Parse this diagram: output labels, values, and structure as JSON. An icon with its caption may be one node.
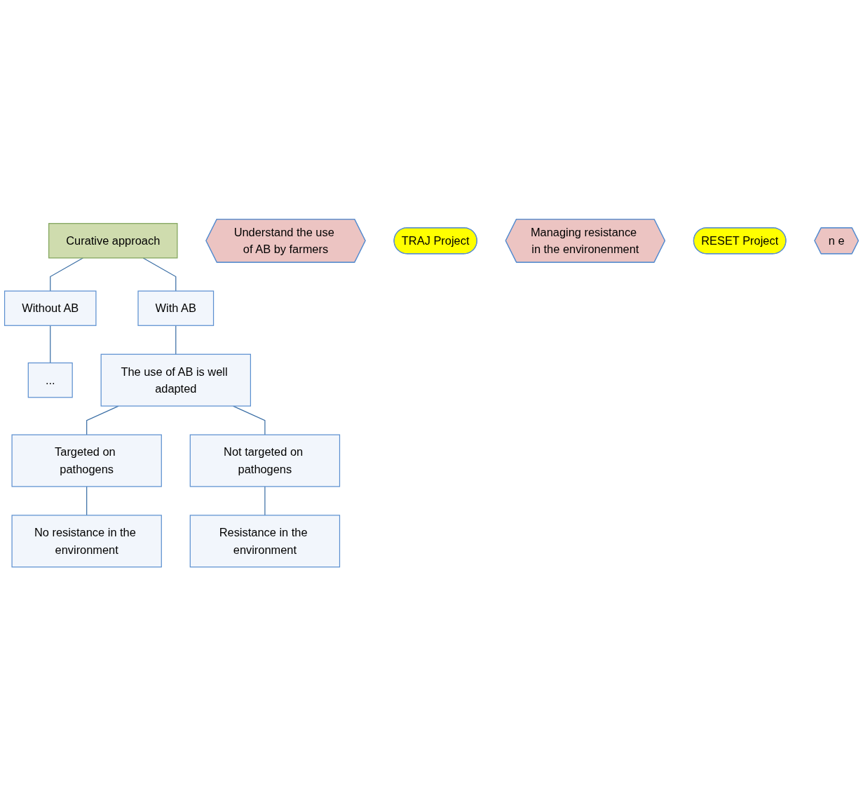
{
  "diagram": {
    "nodes": [
      {
        "text": [
          "Curative approach"
        ]
      },
      {
        "text": [
          "Without AB"
        ]
      },
      {
        "text": [
          "With AB"
        ]
      },
      {
        "text": [
          "..."
        ]
      },
      {
        "text": [
          "The use of AB is well adapted"
        ]
      },
      {
        "text": [
          "Targeted on pathogens"
        ]
      },
      {
        "text": [
          "Not targeted on pathogens"
        ]
      },
      {
        "text": [
          "No resistance in the environment"
        ]
      },
      {
        "text": [
          "Resistance in the environment"
        ]
      },
      {
        "text": [
          "Understand the use of AB by farmers"
        ]
      },
      {
        "text": [
          "TRAJ Project"
        ]
      },
      {
        "text": [
          "Managing resistance in the environenment"
        ]
      },
      {
        "text": [
          "RESET Project"
        ]
      },
      {
        "text": [
          "n e"
        ]
      }
    ],
    "edges": [
      {
        "from": 0,
        "to": 1,
        "arrow": "none"
      },
      {
        "from": 0,
        "to": 2,
        "arrow": "none"
      },
      {
        "from": 1,
        "to": 3,
        "arrow": "none"
      },
      {
        "from": 2,
        "to": 4,
        "arrow": "none"
      },
      {
        "from": 4,
        "to": 5,
        "arrow": "none"
      },
      {
        "from": 4,
        "to": 6,
        "arrow": "none"
      },
      {
        "from": 5,
        "to": 7,
        "arrow": "none"
      },
      {
        "from": 6,
        "to": 8,
        "arrow": "none"
      }
    ]
  }
}
